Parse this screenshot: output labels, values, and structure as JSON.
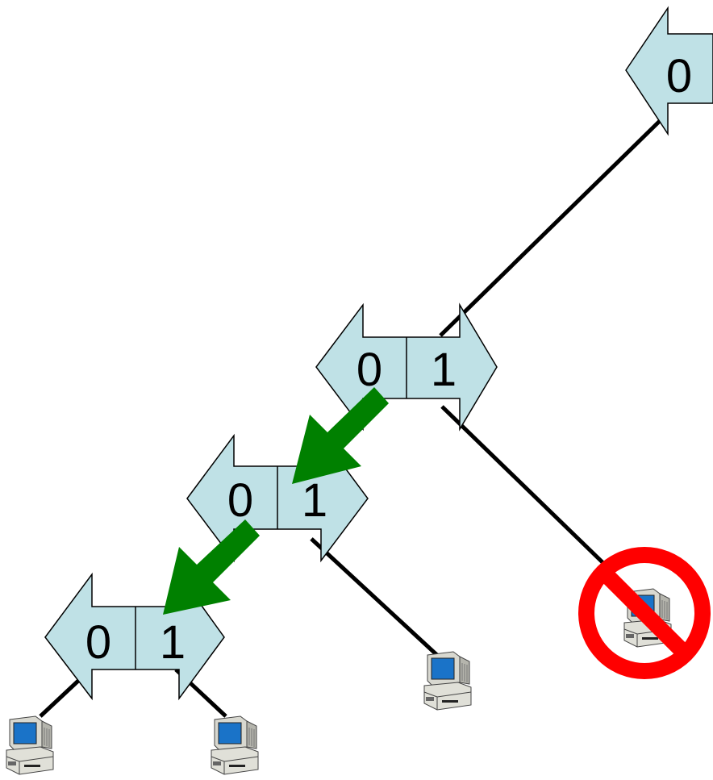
{
  "colors": {
    "switch_fill": "#bfe1e6",
    "arrow": "#008000",
    "block": "#ff0000",
    "line": "#000000"
  },
  "switches": [
    {
      "left_label": "0",
      "right_label": ""
    },
    {
      "left_label": "0",
      "right_label": "1"
    },
    {
      "left_label": "0",
      "right_label": "1"
    },
    {
      "left_label": "0",
      "right_label": "1"
    }
  ],
  "icons": [
    "computer-icon",
    "computer-icon",
    "computer-icon",
    "computer-icon",
    "blocked-icon"
  ]
}
